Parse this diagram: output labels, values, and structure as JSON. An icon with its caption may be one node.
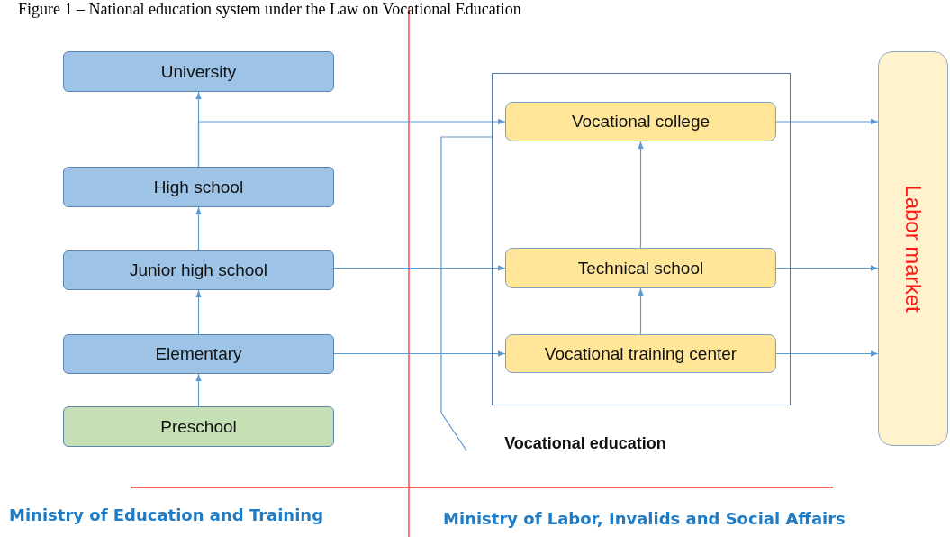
{
  "diagram": {
    "title": "Figure 1 – National education system under the Law on Vocational Education",
    "nodes": [
      {
        "text": [
          "University"
        ]
      },
      {
        "text": [
          "High school"
        ]
      },
      {
        "text": [
          "Junior high school"
        ]
      },
      {
        "text": [
          "Elementary"
        ]
      },
      {
        "text": [
          "Preschool"
        ]
      },
      {
        "text": [],
        "shape": "box"
      },
      {
        "text": [
          "Vocational college"
        ],
        "in": 5
      },
      {
        "text": [
          "Technical school"
        ],
        "in": 5
      },
      {
        "text": [
          "Vocational training center"
        ],
        "in": 5
      },
      {
        "text": [
          "Labor market"
        ]
      },
      {
        "text": [
          "Vocational education"
        ]
      }
    ],
    "edges": [
      {
        "from": 4,
        "to": 3,
        "arrow": "to"
      },
      {
        "from": 3,
        "to": 2,
        "arrow": "to"
      },
      {
        "from": 2,
        "to": 1,
        "arrow": "to"
      },
      {
        "from": 1,
        "to": 0,
        "arrow": "to"
      },
      {
        "from": 1,
        "to": 6,
        "arrow": "to"
      },
      {
        "from": 2,
        "to": 7,
        "arrow": "to"
      },
      {
        "from": 3,
        "to": 8,
        "arrow": "to"
      },
      {
        "from": 8,
        "to": 7,
        "arrow": "to"
      },
      {
        "from": 7,
        "to": 6,
        "arrow": "to"
      },
      {
        "from": 6,
        "to": 9,
        "arrow": "to"
      },
      {
        "from": 7,
        "to": 9,
        "arrow": "to"
      },
      {
        "from": 8,
        "to": 9,
        "arrow": "to"
      },
      {
        "from": 10,
        "to": 5,
        "arrow": "none"
      }
    ],
    "labels": [
      "Ministry of Education and Training",
      "Ministry of Labor, Invalids and Social Affairs"
    ]
  }
}
